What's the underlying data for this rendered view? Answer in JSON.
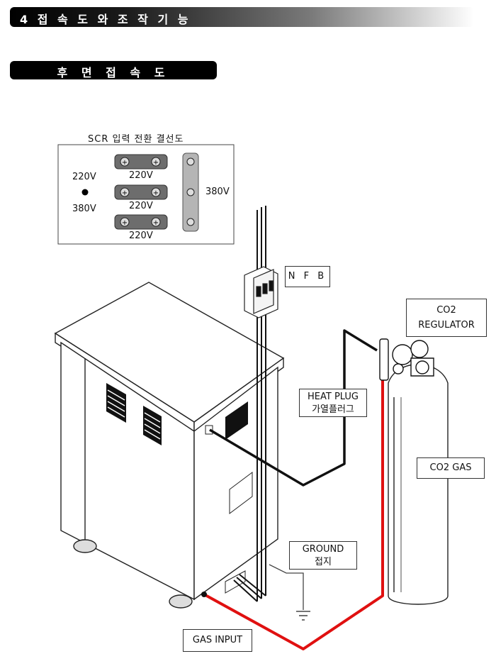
{
  "header": {
    "section_title": "4 접 속 도 와 조 작 기 능"
  },
  "subheader": {
    "title": "후 면 접 속 도"
  },
  "scr_panel": {
    "title": "SCR 입력 전환 결선도",
    "label_220_top": "220V",
    "label_220_mid": "220V",
    "label_220_bottom": "220V",
    "left_220": "220V",
    "left_380": "380V",
    "right_380": "380V"
  },
  "labels": {
    "nfb": "N F B",
    "co2_regulator_line1": "CO2",
    "co2_regulator_line2": "REGULATOR",
    "heat_plug_line1": "HEAT PLUG",
    "heat_plug_line2": "가열플러그",
    "co2_gas": "CO2 GAS",
    "ground_line1": "GROUND",
    "ground_line2": "접지",
    "gas_input": "GAS INPUT"
  },
  "colors": {
    "gas_hose": "#e01010",
    "cable": "#111111"
  }
}
